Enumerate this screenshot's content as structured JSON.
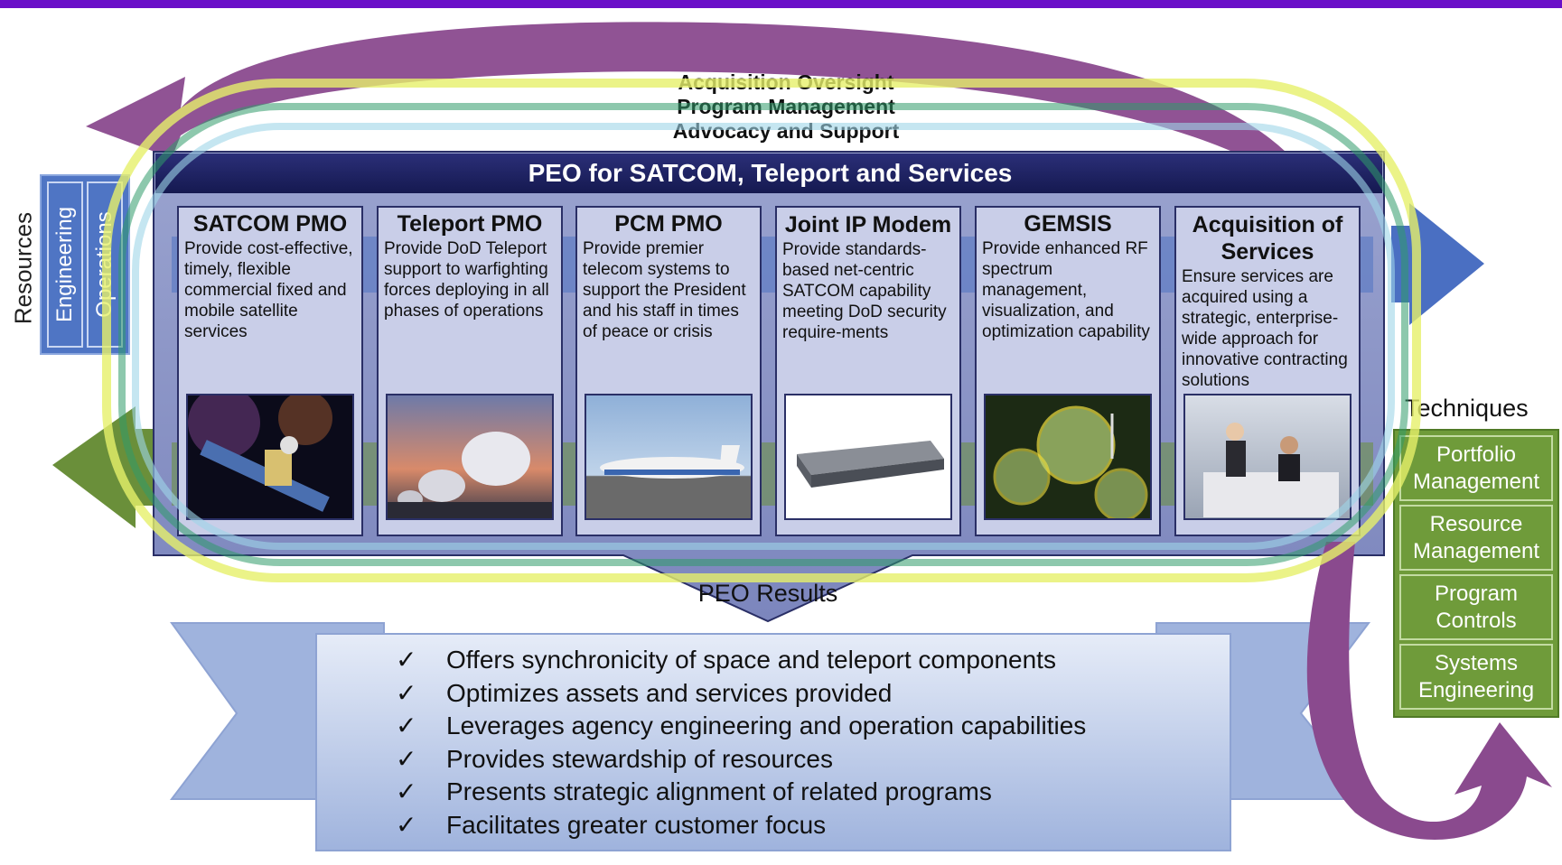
{
  "oversight_lines": [
    "Acquisition Oversight",
    "Program Management",
    "Advocacy and Support"
  ],
  "peo_title": "PEO for SATCOM, Teleport and Services",
  "resources": {
    "label": "Resources",
    "items": [
      "Engineering",
      "Operations"
    ]
  },
  "pmos": [
    {
      "title": "SATCOM PMO",
      "desc": "Provide cost-effective, timely, flexible commercial fixed and mobile satellite services",
      "image": "satellite-image"
    },
    {
      "title": "Teleport PMO",
      "desc": "Provide DoD Teleport support to warfighting forces deploying in all phases of operations",
      "image": "satellite-dishes-image"
    },
    {
      "title": "PCM PMO",
      "desc": "Provide premier telecom systems to support the President and his staff in times of peace or crisis",
      "image": "air-force-one-image"
    },
    {
      "title": "Joint IP Modem",
      "desc": "Provide standards-based net-centric SATCOM capability meeting DoD security require-ments",
      "image": "ip-modem-image"
    },
    {
      "title": "GEMSIS",
      "desc": "Provide enhanced RF spectrum management, visualization, and optimization capability",
      "image": "rf-spectrum-image"
    },
    {
      "title": "Acquisition of Services",
      "desc": "Ensure services are acquired using a strategic, enterprise-wide approach for innovative contracting solutions",
      "image": "meeting-image"
    }
  ],
  "peo_results": "PEO Results",
  "results": [
    "Offers synchronicity of space and teleport components",
    "Optimizes assets and services provided",
    "Leverages agency engineering and operation capabilities",
    "Provides stewardship of resources",
    "Presents strategic alignment of related programs",
    "Facilitates greater customer focus"
  ],
  "check_mark": "✓",
  "techniques": {
    "label": "Techniques",
    "items": [
      "Portfolio Management",
      "Resource Management",
      "Program Controls",
      "Systems Engineering"
    ]
  },
  "colors": {
    "header_navy": "#1f2363",
    "oversight_arrow": "#8a4a8e",
    "blue_arrow": "#4a6fc2",
    "green_arrow": "#6a8f3a",
    "banner": "#a9bde3"
  }
}
